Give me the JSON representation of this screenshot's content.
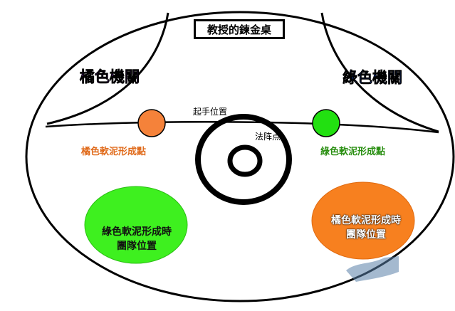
{
  "title": "教授的鍊金桌",
  "mechanisms": {
    "orange": "橘色機關",
    "green": "綠色機關"
  },
  "markers": {
    "start_position": "起手位置",
    "formation_point": "法阵点"
  },
  "points": {
    "orange_label": "橘色軟泥形成點",
    "green_label": "綠色軟泥形成點"
  },
  "team_positions": {
    "green_line1": "綠色軟泥形成時",
    "green_line2": "團隊位置",
    "orange_line1": "橘色軟泥形成時",
    "orange_line2": "團隊位置"
  },
  "colors": {
    "orange_point": "#f5823a",
    "green_point": "#22e011",
    "green_zone": "#3ef01f",
    "orange_zone": "#f7801f",
    "orange_mech_text": "#7b2fb5",
    "green_mech_text": "#1a4fd6"
  }
}
